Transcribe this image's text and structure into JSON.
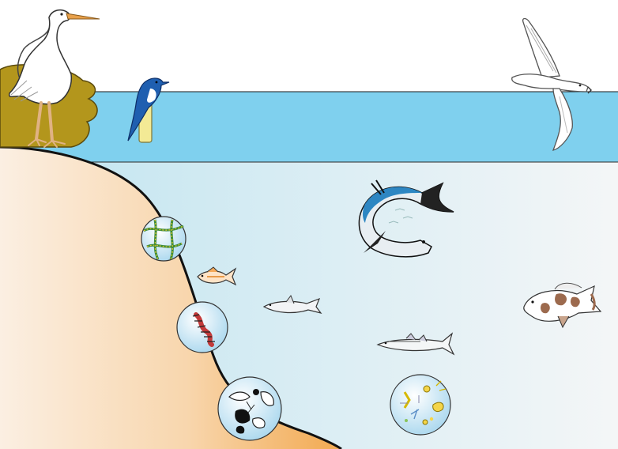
{
  "scene": {
    "organisms": [
      {
        "name": "great-egret-icon",
        "kind": "wading bird on shore"
      },
      {
        "name": "kingfisher-icon",
        "kind": "bird perched on post"
      },
      {
        "name": "seabird-icon",
        "kind": "gliding seabird"
      },
      {
        "name": "tarpon-icon",
        "kind": "large blue fish"
      },
      {
        "name": "small-orange-fish-icon",
        "kind": "small fish"
      },
      {
        "name": "small-shark-icon",
        "kind": "small shark"
      },
      {
        "name": "barracuda-icon",
        "kind": "slender predatory fish"
      },
      {
        "name": "grouper-icon",
        "kind": "spotted reef fish"
      },
      {
        "name": "algae-bubble-icon",
        "kind": "magnified filamentous algae"
      },
      {
        "name": "worm-bubble-icon",
        "kind": "magnified polychaete worm"
      },
      {
        "name": "invertebrate-bubble-icon",
        "kind": "magnified benthic invertebrates"
      },
      {
        "name": "plankton-bubble-icon",
        "kind": "magnified plankton"
      }
    ],
    "colors": {
      "surface_water": "#7fd0ee",
      "deep_water_left": "#bfe4f0",
      "deep_water_right": "#f4f6f7",
      "sand_light": "#fbefe2",
      "sand_dark": "#f2a950",
      "shore_grass": "#b3961c",
      "bird_blue": "#1f5fb0",
      "tarpon_blue": "#2d86c2"
    }
  }
}
